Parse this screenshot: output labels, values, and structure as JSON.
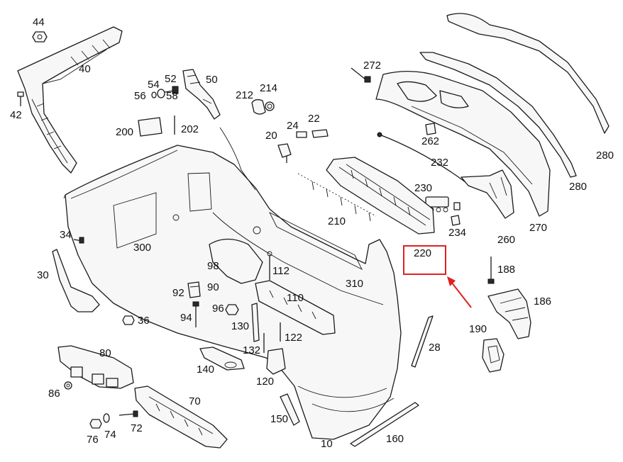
{
  "diagram": {
    "callouts": [
      {
        "id": "44",
        "text": "44"
      },
      {
        "id": "40",
        "text": "40"
      },
      {
        "id": "42",
        "text": "42"
      },
      {
        "id": "54",
        "text": "54"
      },
      {
        "id": "52",
        "text": "52"
      },
      {
        "id": "50",
        "text": "50"
      },
      {
        "id": "56",
        "text": "56"
      },
      {
        "id": "58",
        "text": "58"
      },
      {
        "id": "212",
        "text": "212"
      },
      {
        "id": "214",
        "text": "214"
      },
      {
        "id": "200",
        "text": "200"
      },
      {
        "id": "202",
        "text": "202"
      },
      {
        "id": "24",
        "text": "24"
      },
      {
        "id": "22",
        "text": "22"
      },
      {
        "id": "20",
        "text": "20"
      },
      {
        "id": "272",
        "text": "272"
      },
      {
        "id": "262",
        "text": "262"
      },
      {
        "id": "232",
        "text": "232"
      },
      {
        "id": "280a",
        "text": "280"
      },
      {
        "id": "280b",
        "text": "280"
      },
      {
        "id": "270",
        "text": "270"
      },
      {
        "id": "230",
        "text": "230"
      },
      {
        "id": "234",
        "text": "234"
      },
      {
        "id": "260",
        "text": "260"
      },
      {
        "id": "210",
        "text": "210"
      },
      {
        "id": "220",
        "text": "220"
      },
      {
        "id": "300",
        "text": "300"
      },
      {
        "id": "34",
        "text": "34"
      },
      {
        "id": "30",
        "text": "30"
      },
      {
        "id": "98",
        "text": "98"
      },
      {
        "id": "112",
        "text": "112"
      },
      {
        "id": "310",
        "text": "310"
      },
      {
        "id": "188",
        "text": "188"
      },
      {
        "id": "186",
        "text": "186"
      },
      {
        "id": "92",
        "text": "92"
      },
      {
        "id": "90",
        "text": "90"
      },
      {
        "id": "110",
        "text": "110"
      },
      {
        "id": "94",
        "text": "94"
      },
      {
        "id": "96",
        "text": "96"
      },
      {
        "id": "36",
        "text": "36"
      },
      {
        "id": "130",
        "text": "130"
      },
      {
        "id": "122",
        "text": "122"
      },
      {
        "id": "190",
        "text": "190"
      },
      {
        "id": "28",
        "text": "28"
      },
      {
        "id": "80",
        "text": "80"
      },
      {
        "id": "132",
        "text": "132"
      },
      {
        "id": "140",
        "text": "140"
      },
      {
        "id": "120",
        "text": "120"
      },
      {
        "id": "86",
        "text": "86"
      },
      {
        "id": "70",
        "text": "70"
      },
      {
        "id": "150",
        "text": "150"
      },
      {
        "id": "76",
        "text": "76"
      },
      {
        "id": "74",
        "text": "74"
      },
      {
        "id": "72",
        "text": "72"
      },
      {
        "id": "10",
        "text": "10"
      },
      {
        "id": "160",
        "text": "160"
      }
    ],
    "highlight": {
      "callout": "220",
      "color": "#e02020"
    }
  }
}
